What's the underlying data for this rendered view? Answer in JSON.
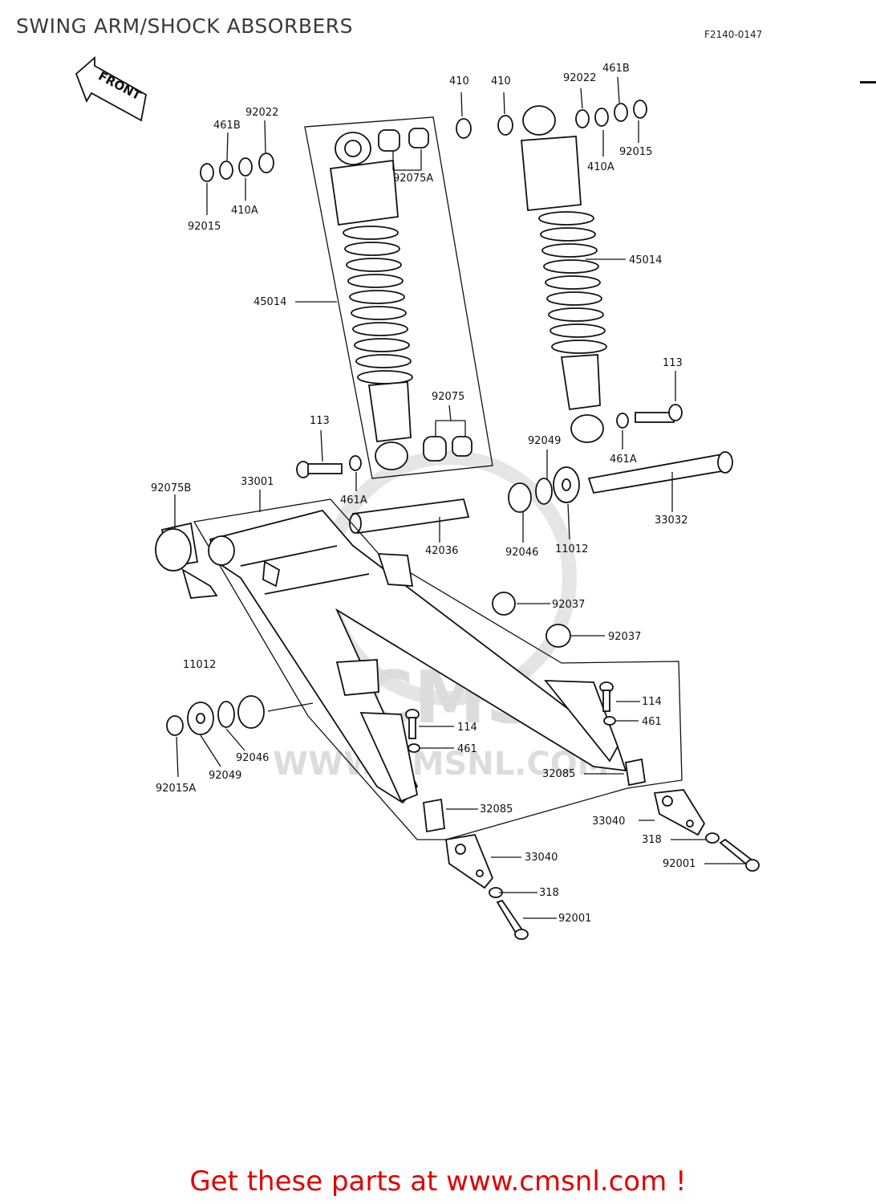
{
  "header": {
    "title": "SWING ARM/SHOCK ABSORBERS",
    "figure_code": "F2140-0147"
  },
  "direction_arrow": "FRONT",
  "watermark": {
    "logo": "CMS",
    "url": "WWW.CMSNL.COM"
  },
  "callouts": [
    "410",
    "410",
    "92022",
    "461B",
    "410A",
    "92015",
    "92022",
    "461B",
    "92015",
    "410A",
    "92075A",
    "45014",
    "45014",
    "113",
    "92075",
    "113",
    "92049",
    "461A",
    "461A",
    "92075B",
    "33001",
    "42036",
    "92046",
    "11012",
    "33032",
    "92037",
    "92037",
    "11012",
    "114",
    "461",
    "114",
    "461",
    "32085",
    "92046",
    "92049",
    "92015A",
    "32085",
    "33040",
    "318",
    "92001",
    "33040",
    "318",
    "92001"
  ],
  "footer": {
    "cta": "Get these parts at www.cmsnl.com !"
  }
}
